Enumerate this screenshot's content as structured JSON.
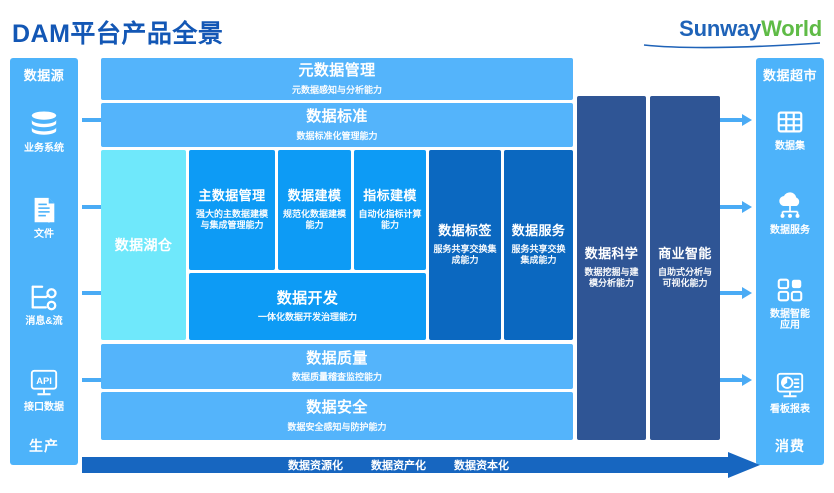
{
  "header": {
    "title": "DAM平台产品全景",
    "logo_primary": "Sunway",
    "logo_secondary": "World"
  },
  "left_panel": {
    "title": "数据源",
    "footer": "生产",
    "items": [
      {
        "icon": "database-icon",
        "label": "业务系统"
      },
      {
        "icon": "document-icon",
        "label": "文件"
      },
      {
        "icon": "message-stream-icon",
        "label": "消息&流"
      },
      {
        "icon": "api-monitor-icon",
        "label": "接口数据"
      }
    ]
  },
  "right_panel": {
    "title": "数据超市",
    "footer": "消费",
    "items": [
      {
        "icon": "grid-table-icon",
        "label": "数据集"
      },
      {
        "icon": "cloud-service-icon",
        "label": "数据服务"
      },
      {
        "icon": "app-blocks-icon",
        "label": "数据智能\n应用"
      },
      {
        "icon": "dashboard-report-icon",
        "label": "看板报表"
      }
    ]
  },
  "board": {
    "metadata": {
      "title": "元数据管理",
      "subtitle": "元数据感知与分析能力"
    },
    "standard": {
      "title": "数据标准",
      "subtitle": "数据标准化管理能力"
    },
    "lakehouse": {
      "title": "数据湖仓",
      "subtitle": ""
    },
    "mdm": {
      "title": "主数据管理",
      "subtitle": "强大的主数据建模与集成管理能力"
    },
    "modeling": {
      "title": "数据建模",
      "subtitle": "规范化数据建模能力"
    },
    "metric": {
      "title": "指标建模",
      "subtitle": "自动化指标计算能力"
    },
    "development": {
      "title": "数据开发",
      "subtitle": "一体化数据开发治理能力"
    },
    "tag": {
      "title": "数据标签",
      "subtitle": "服务共享交换集成能力"
    },
    "service": {
      "title": "数据服务",
      "subtitle": "服务共享交换集成能力"
    },
    "science": {
      "title": "数据科学",
      "subtitle": "数据挖掘与建模分析能力"
    },
    "bi": {
      "title": "商业智能",
      "subtitle": "自助式分析与可视化能力"
    },
    "quality": {
      "title": "数据质量",
      "subtitle": "数据质量稽查监控能力"
    },
    "security": {
      "title": "数据安全",
      "subtitle": "数据安全感知与防护能力"
    }
  },
  "flow": {
    "stages": [
      "数据资源化",
      "数据资产化",
      "数据资本化"
    ]
  },
  "colors": {
    "title_blue": "#1357b5",
    "light_blue": "#54b4fb",
    "panel_blue": "#4db3fa",
    "cyan": "#6fe8fb",
    "medium_blue": "#0d9bf5",
    "deep_blue": "#0b68c0",
    "navy": "#2f5595",
    "flow_blue": "#1766c0",
    "logo_green": "#5fbb46"
  }
}
